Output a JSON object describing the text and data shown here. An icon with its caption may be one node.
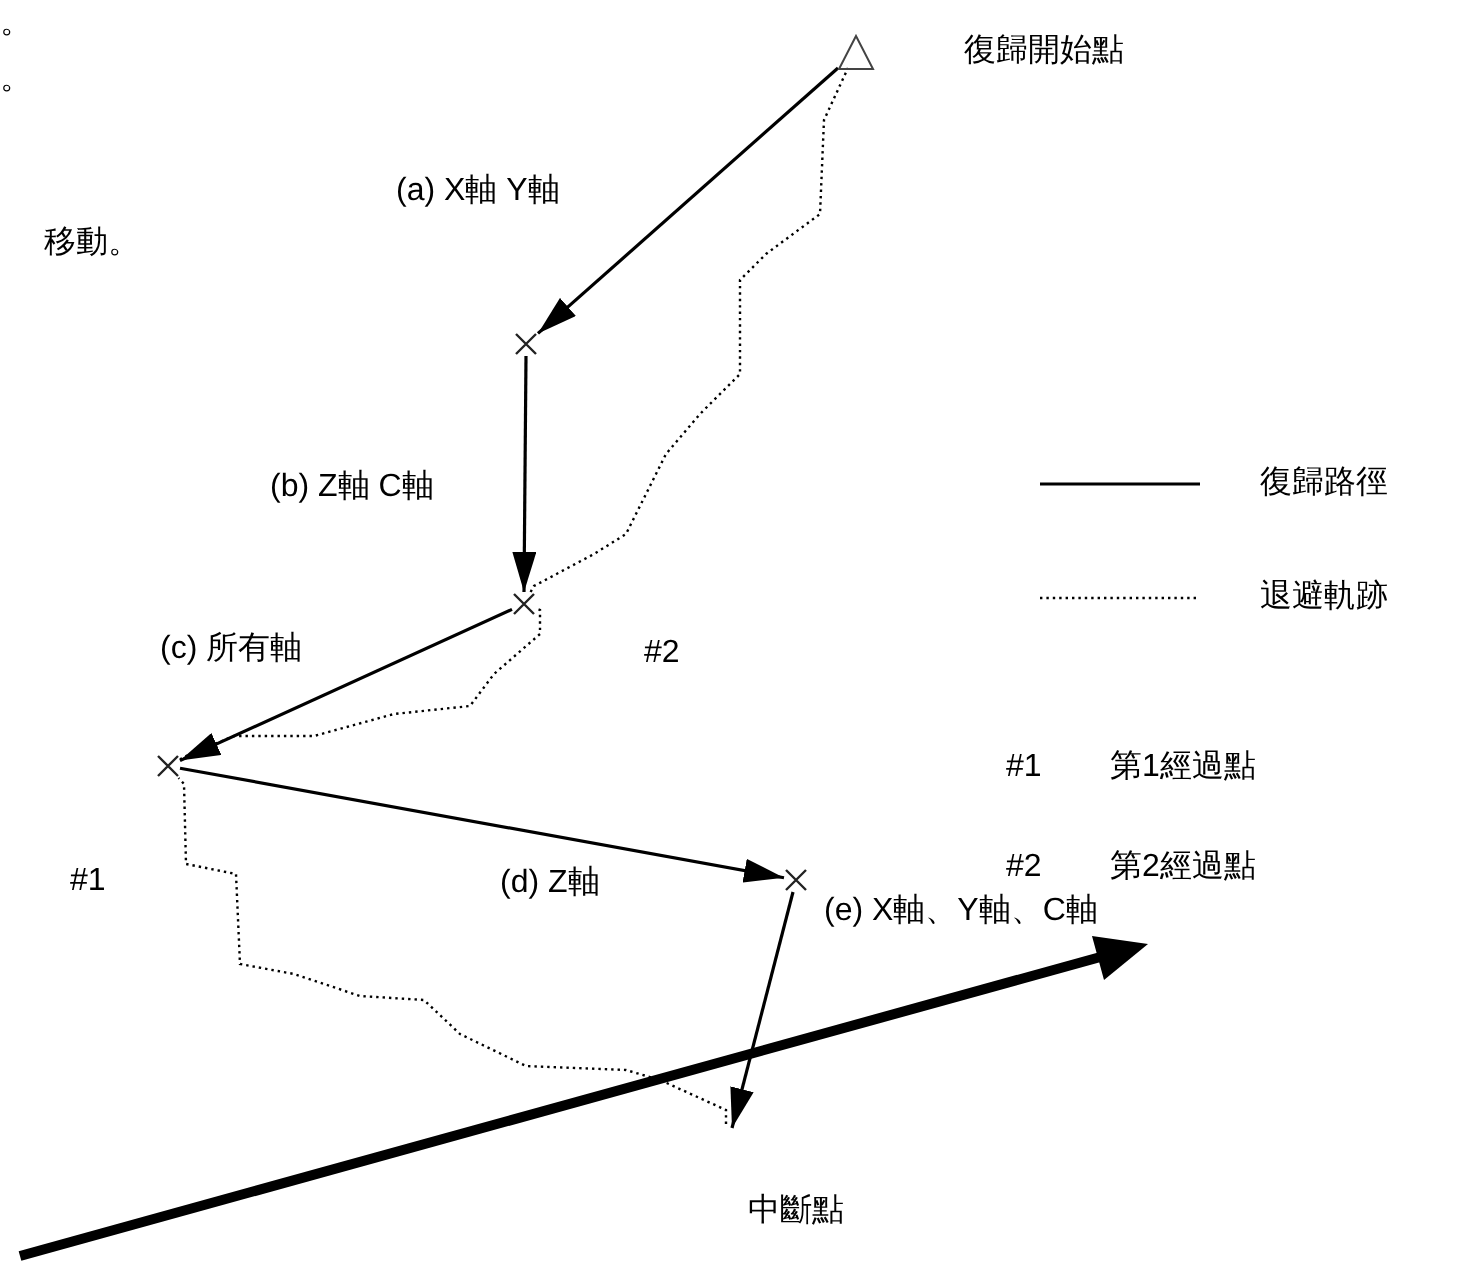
{
  "diagram": {
    "nodes": [
      {
        "text": [],
        "shape": "triangle",
        "beside": [
          "復歸開始點"
        ]
      },
      {
        "text": [],
        "shape": "cross"
      },
      {
        "text": [],
        "shape": "cross"
      },
      {
        "text": [],
        "shape": "cross"
      },
      {
        "text": [],
        "shape": "cross"
      }
    ],
    "edges": [
      {
        "from": 0,
        "to": 1,
        "arrow": "to",
        "label": "(a) X軸 Y軸"
      },
      {
        "from": 1,
        "to": 2,
        "arrow": "to",
        "label": "(b) Z軸 C軸"
      },
      {
        "from": 2,
        "to": 3,
        "arrow": "to",
        "label": "(c) 所有軸"
      },
      {
        "from": 3,
        "to": 4,
        "arrow": "to",
        "label": "(d) Z軸"
      },
      {
        "from": 4,
        "to": null,
        "arrow": "to",
        "label": "(e) X軸、Y軸、C軸"
      },
      {
        "from": null,
        "to": 3,
        "arrow": "none",
        "style": "dashed"
      },
      {
        "from": 3,
        "to": 2,
        "arrow": "none",
        "style": "dashed"
      },
      {
        "from": 2,
        "to": 0,
        "arrow": "none",
        "style": "dashed"
      }
    ],
    "labels": [
      "。",
      "。",
      "移動。",
      "#2",
      "#1",
      "#1",
      "第1經過點",
      "#2",
      "第2經過點",
      "中斷點"
    ],
    "legend": [
      {
        "text": "復歸路徑"
      },
      {
        "text": "退避軌跡"
      }
    ]
  }
}
